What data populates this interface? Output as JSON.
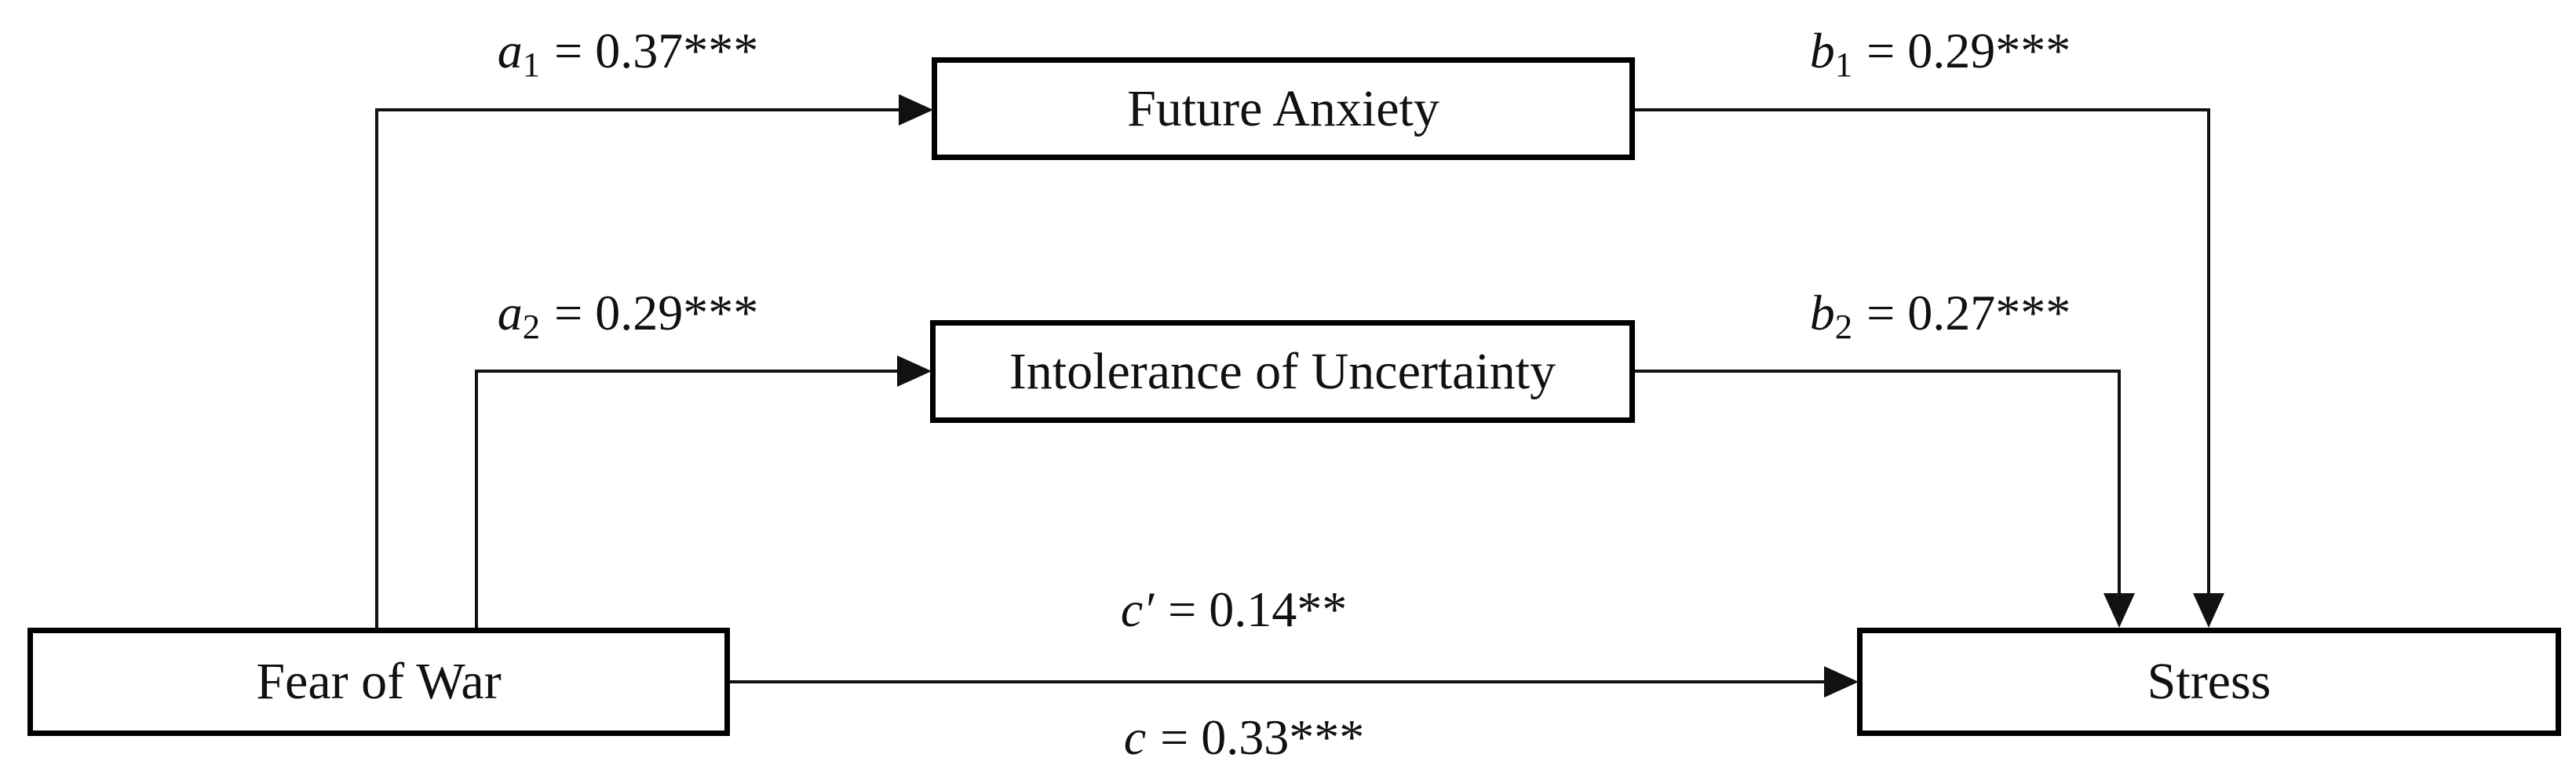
{
  "figure_type": "mediation-path-diagram",
  "boxes": {
    "fear_of_war": {
      "label": "Fear of War",
      "role": "predictor"
    },
    "future_anxiety": {
      "label": "Future Anxiety",
      "role": "mediator-1"
    },
    "intolerance_of_uncertainty": {
      "label": "Intolerance of Uncertainty",
      "role": "mediator-2"
    },
    "stress": {
      "label": "Stress",
      "role": "outcome"
    }
  },
  "paths": {
    "a1": {
      "symbol": "a",
      "subscript": "1",
      "value": "= 0.37***",
      "from": "Fear of War",
      "to": "Future Anxiety"
    },
    "a2": {
      "symbol": "a",
      "subscript": "2",
      "value": "= 0.29***",
      "from": "Fear of War",
      "to": "Intolerance of Uncertainty"
    },
    "b1": {
      "symbol": "b",
      "subscript": "1",
      "value": "= 0.29***",
      "from": "Future Anxiety",
      "to": "Stress"
    },
    "b2": {
      "symbol": "b",
      "subscript": "2",
      "value": "= 0.27***",
      "from": "Intolerance of Uncertainty",
      "to": "Stress"
    },
    "c_prime": {
      "symbol": "c′",
      "subscript": "",
      "value": "= 0.14**",
      "from": "Fear of War",
      "to": "Stress"
    },
    "c_total": {
      "symbol": "c",
      "subscript": "",
      "value": "= 0.33***",
      "from": "Fear of War",
      "to": "Stress"
    }
  },
  "colors": {
    "background": "#ffffff",
    "box_border": "#000000",
    "line": "#111111",
    "text": "#111111"
  }
}
